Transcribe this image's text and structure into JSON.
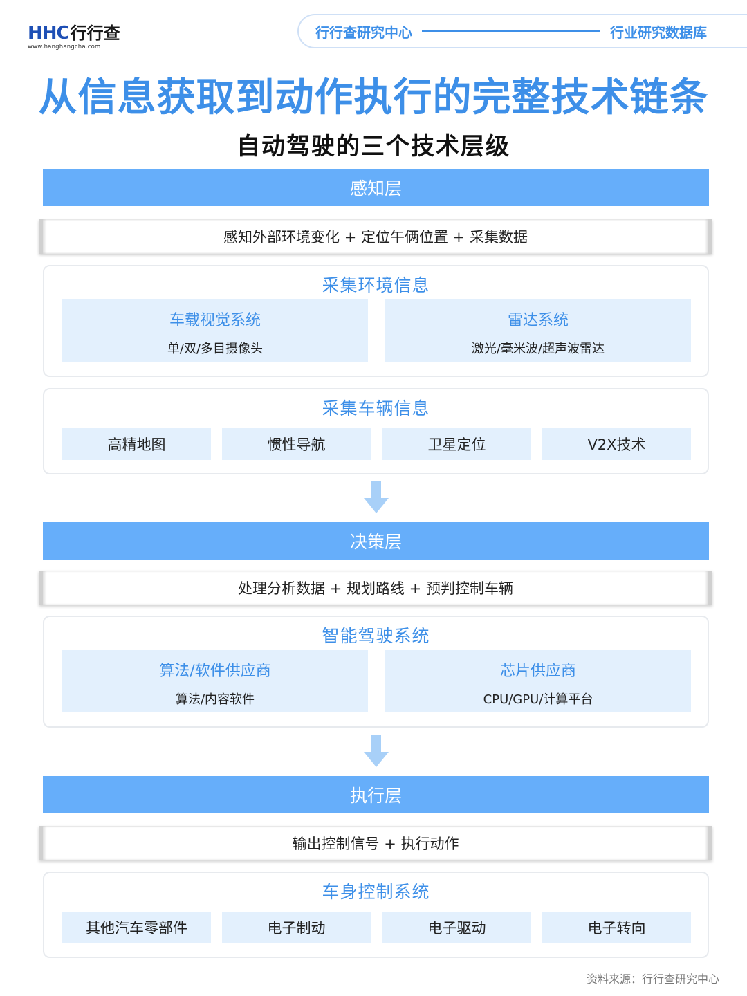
{
  "header": {
    "logo_mark": "HHC",
    "logo_name": "行行查",
    "logo_url": "www.hanghangcha.com",
    "topbar_left": "行行查研究中心",
    "topbar_right": "行业研究数据库"
  },
  "title": "从信息获取到动作执行的完整技术链条",
  "subtitle": "自动驾驶的三个技术层级",
  "layers": [
    {
      "name": "感知层",
      "description": "感知外部环境变化 + 定位午俩位置 + 采集数据",
      "groups": [
        {
          "title": "采集环境信息",
          "cards": [
            {
              "title": "车载视觉系统",
              "sub": "单/双/多目摄像头"
            },
            {
              "title": "雷达系统",
              "sub": "激光/毫米波/超声波雷达"
            }
          ]
        },
        {
          "title": "采集车辆信息",
          "items": [
            "高精地图",
            "惯性导航",
            "卫星定位",
            "V2X技术"
          ]
        }
      ]
    },
    {
      "name": "决策层",
      "description": "处理分析数据 + 规划路线 + 预判控制车辆",
      "groups": [
        {
          "title": "智能驾驶系统",
          "cards": [
            {
              "title": "算法/软件供应商",
              "sub": "算法/内容软件"
            },
            {
              "title": "芯片供应商",
              "sub": "CPU/GPU/计算平台"
            }
          ]
        }
      ]
    },
    {
      "name": "执行层",
      "description": "输出控制信号 + 执行动作",
      "groups": [
        {
          "title": "车身控制系统",
          "items": [
            "其他汽车零部件",
            "电子制动",
            "电子驱动",
            "电子转向"
          ]
        }
      ]
    }
  ],
  "source": "资料来源：行行查研究中心",
  "colors": {
    "accent": "#3d8fe8",
    "layer_bar": "#66aefa",
    "card_bg": "#e3f0fd",
    "arrow": "#a8d0f8"
  }
}
